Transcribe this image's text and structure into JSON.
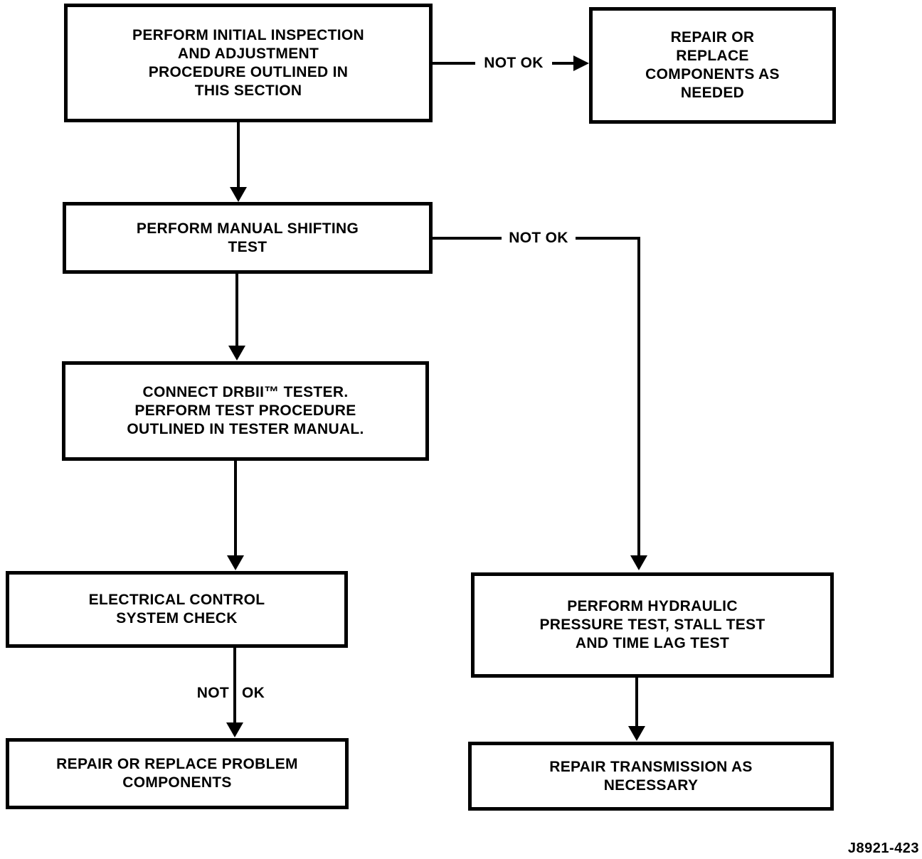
{
  "figure_code": "J8921-423",
  "colors": {
    "ink": "#000000",
    "paper": "#ffffff"
  },
  "nodes": {
    "initial_inspection": "PERFORM INITIAL INSPECTION\nAND ADJUSTMENT\nPROCEDURE OUTLINED IN\nTHIS SECTION",
    "repair_components": "REPAIR OR\nREPLACE\nCOMPONENTS AS\nNEEDED",
    "manual_shifting": "PERFORM MANUAL SHIFTING\nTEST",
    "connect_drbii": "CONNECT DRBII™ TESTER.\nPERFORM TEST PROCEDURE\nOUTLINED IN TESTER MANUAL.",
    "electrical_check": "ELECTRICAL CONTROL\nSYSTEM CHECK",
    "hydraulic_test": "PERFORM HYDRAULIC\nPRESSURE TEST, STALL TEST\nAND TIME LAG TEST",
    "repair_problem": "REPAIR OR REPLACE PROBLEM\nCOMPONENTS",
    "repair_transmission": "REPAIR TRANSMISSION AS\nNECESSARY"
  },
  "edge_labels": {
    "not_ok_initial": "NOT OK",
    "not_ok_shifting": "NOT OK",
    "not_ok_electrical_left": "NOT",
    "not_ok_electrical_right": "OK"
  }
}
